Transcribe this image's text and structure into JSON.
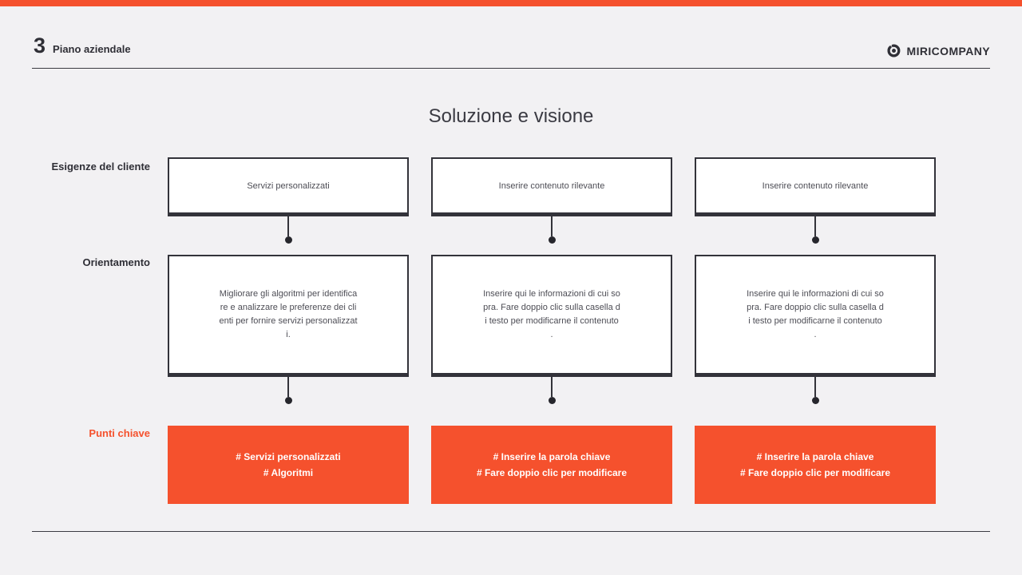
{
  "theme": {
    "background": "#F2F1F3",
    "accent_orange": "#F5512D",
    "ink_dark": "#2F2F36",
    "box_border": "#33333A",
    "body_text": "#4D4D55",
    "box_background": "#FFFFFF"
  },
  "header": {
    "slide_number": "3",
    "slide_label": "Piano aziendale",
    "brand_name": "MIRICOMPANY",
    "logo_icon": "swirl-rotate-icon"
  },
  "slide": {
    "title": "Soluzione e visione"
  },
  "diagram": {
    "row_labels": {
      "needs": "Esigenze del cliente",
      "orientation": "Orientamento",
      "key_points": "Punti chiave"
    },
    "columns": [
      {
        "need": "Servizi personalizzati",
        "orientation_lines": [
          "Migliorare gli algoritmi per identifica",
          "re e analizzare le preferenze dei cli",
          "enti per fornire servizi personalizzat",
          "i."
        ],
        "key_point_lines": [
          "# Servizi personalizzati",
          "# Algoritmi"
        ]
      },
      {
        "need": "Inserire contenuto rilevante",
        "orientation_lines": [
          "Inserire qui le informazioni di cui so",
          "pra. Fare doppio clic sulla casella d",
          "i testo per modificarne il contenuto",
          "."
        ],
        "key_point_lines": [
          "# Inserire la parola chiave",
          "# Fare doppio clic per modificare"
        ]
      },
      {
        "need": "Inserire contenuto rilevante",
        "orientation_lines": [
          "Inserire qui le informazioni di cui so",
          "pra. Fare doppio clic sulla casella d",
          "i testo per modificarne il contenuto",
          "."
        ],
        "key_point_lines": [
          "# Inserire la parola chiave",
          "# Fare doppio clic per modificare"
        ]
      }
    ]
  }
}
